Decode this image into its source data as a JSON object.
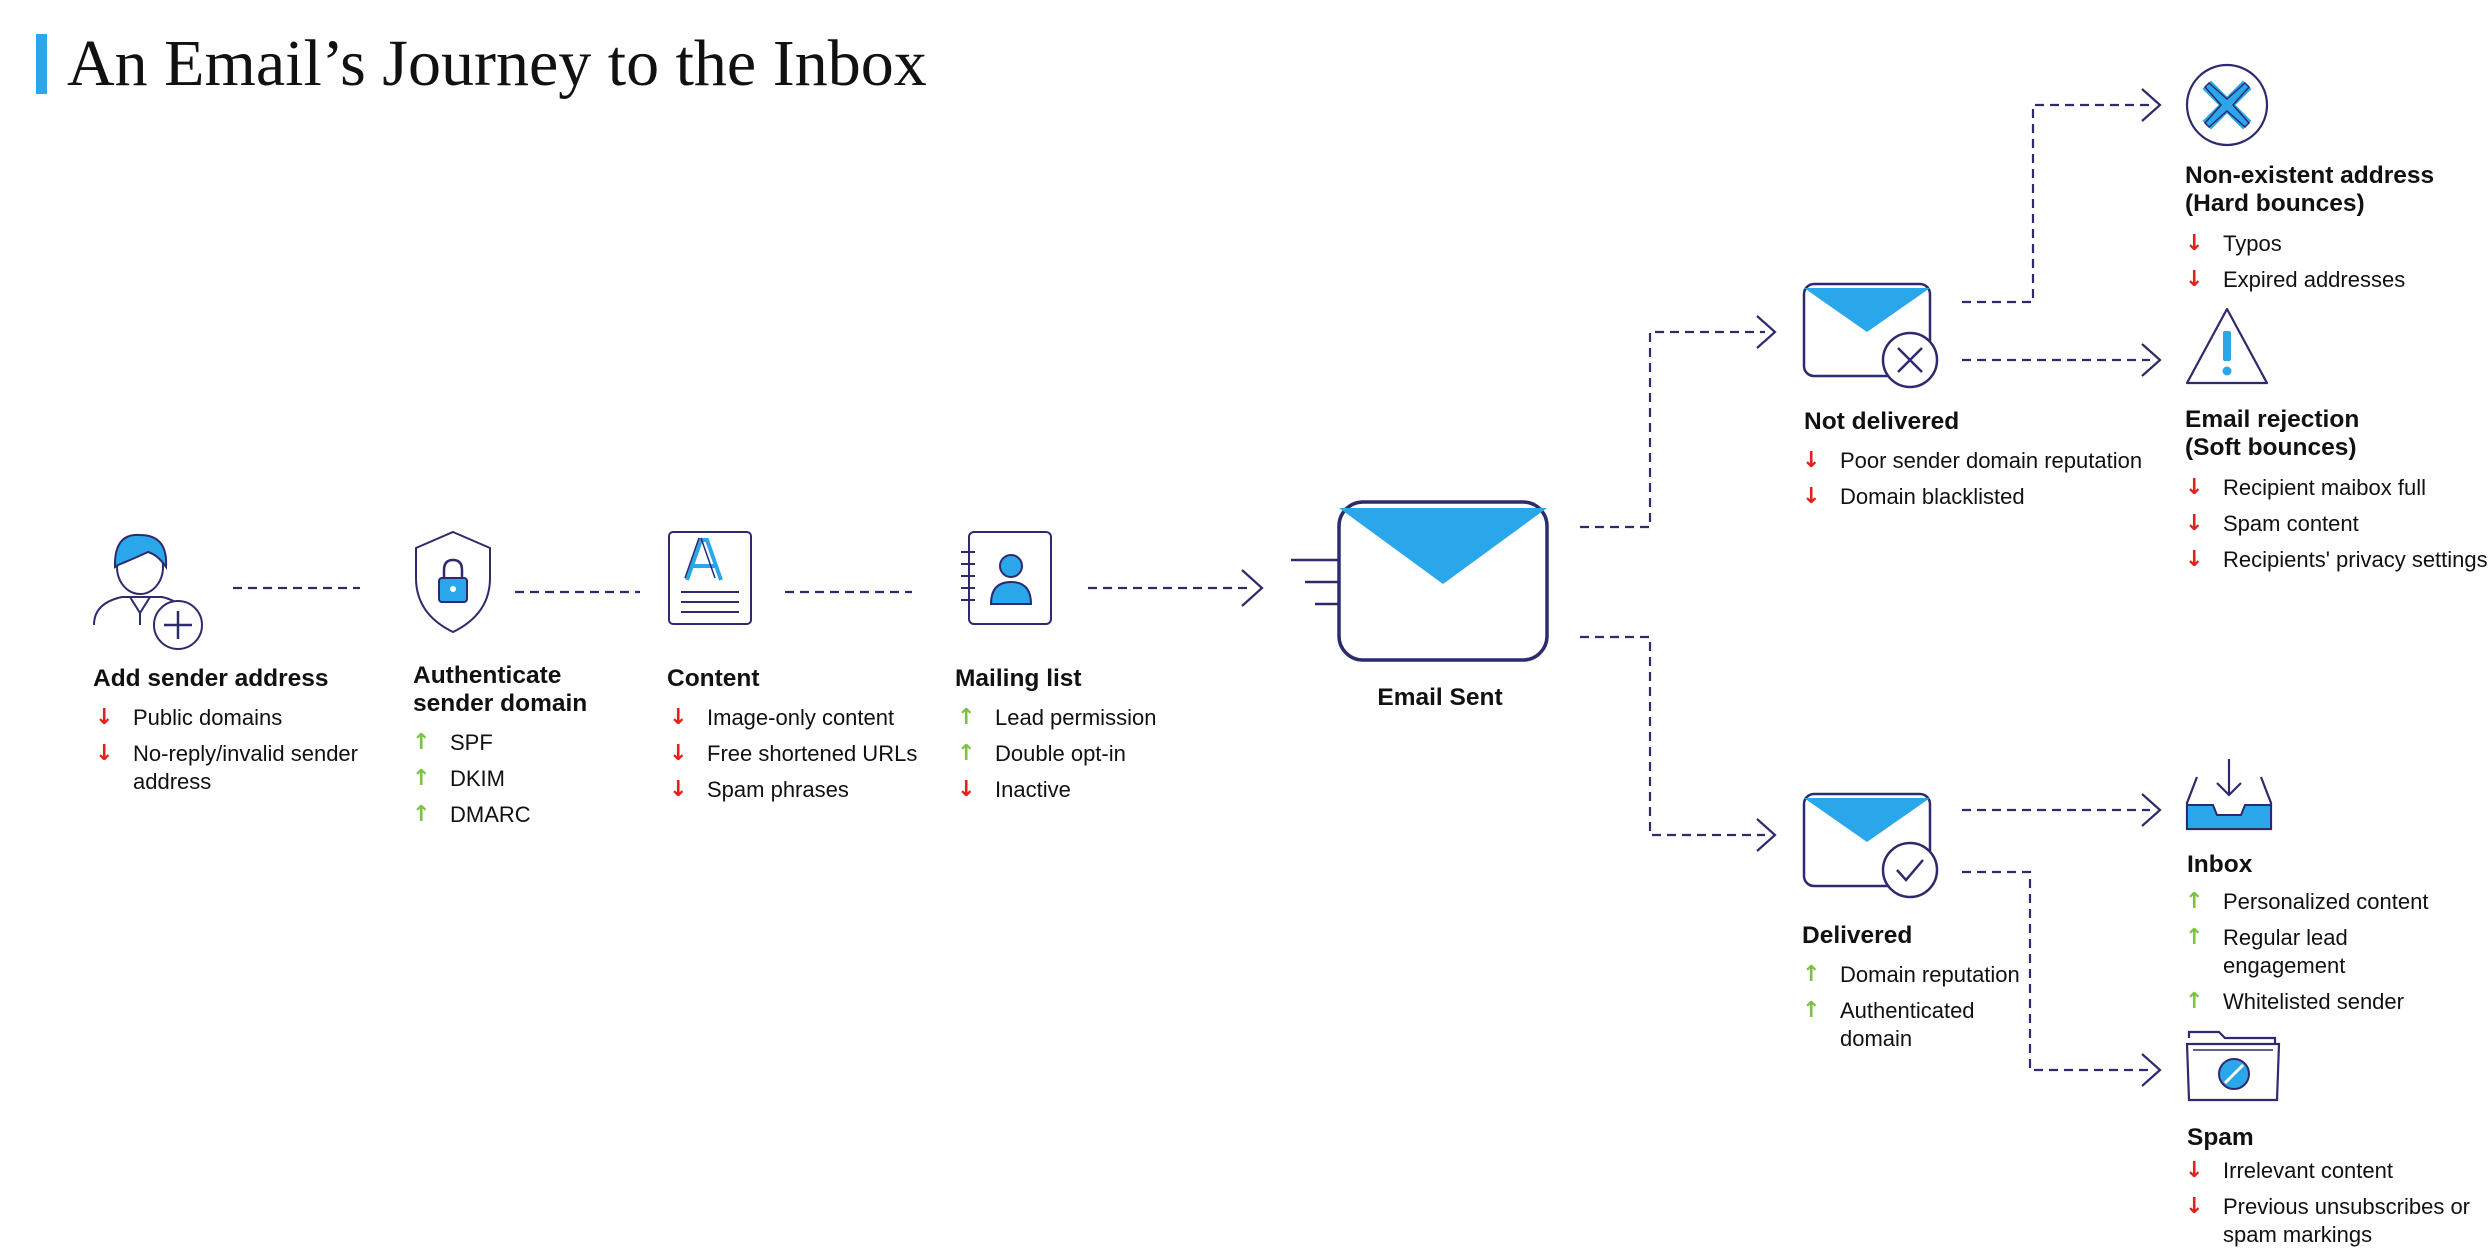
{
  "title": "An Email’s Journey to the Inbox",
  "colors": {
    "accent_blue": "#2aa7ea",
    "line_navy": "#2d2a6e",
    "down_red": "#e2211c",
    "up_green": "#7bc143"
  },
  "stages": [
    {
      "icon": "user-add-icon",
      "label": "Add sender address",
      "items": [
        {
          "dir": "down",
          "text": "Public domains"
        },
        {
          "dir": "down",
          "text": "No-reply/invalid sender address"
        }
      ]
    },
    {
      "icon": "shield-lock-icon",
      "label": "Authenticate sender domain",
      "items": [
        {
          "dir": "up",
          "text": "SPF"
        },
        {
          "dir": "up",
          "text": "DKIM"
        },
        {
          "dir": "up",
          "text": "DMARC"
        }
      ]
    },
    {
      "icon": "document-icon",
      "label": "Content",
      "items": [
        {
          "dir": "down",
          "text": "Image-only content"
        },
        {
          "dir": "down",
          "text": "Free shortened URLs"
        },
        {
          "dir": "down",
          "text": "Spam phrases"
        }
      ]
    },
    {
      "icon": "contact-book-icon",
      "label": "Mailing list",
      "items": [
        {
          "dir": "up",
          "text": "Lead permission"
        },
        {
          "dir": "up",
          "text": "Double opt-in"
        },
        {
          "dir": "down",
          "text": "Inactive"
        }
      ]
    }
  ],
  "sent": {
    "icon": "email-sent-icon",
    "label": "Email Sent"
  },
  "not_delivered": {
    "icon": "envelope-x-icon",
    "label": "Not delivered",
    "items": [
      {
        "dir": "down",
        "text": "Poor sender domain reputation"
      },
      {
        "dir": "down",
        "text": "Domain blacklisted"
      }
    ]
  },
  "delivered": {
    "icon": "envelope-check-icon",
    "label": "Delivered",
    "items": [
      {
        "dir": "up",
        "text": "Domain reputation"
      },
      {
        "dir": "up",
        "text": "Authenticated domain"
      }
    ]
  },
  "outcomes": [
    {
      "icon": "x-circle-icon",
      "label": "Non-existent address\n(Hard bounces)",
      "items": [
        {
          "dir": "down",
          "text": "Typos"
        },
        {
          "dir": "down",
          "text": "Expired addresses"
        }
      ]
    },
    {
      "icon": "warning-icon",
      "label": "Email rejection\n(Soft bounces)",
      "items": [
        {
          "dir": "down",
          "text": "Recipient maibox full"
        },
        {
          "dir": "down",
          "text": "Spam content"
        },
        {
          "dir": "down",
          "text": "Recipients' privacy settings"
        }
      ]
    },
    {
      "icon": "inbox-tray-icon",
      "label": "Inbox",
      "items": [
        {
          "dir": "up",
          "text": "Personalized content"
        },
        {
          "dir": "up",
          "text": "Regular lead engagement"
        },
        {
          "dir": "up",
          "text": "Whitelisted sender"
        }
      ]
    },
    {
      "icon": "spam-folder-icon",
      "label": "Spam",
      "items": [
        {
          "dir": "down",
          "text": "Irrelevant content"
        },
        {
          "dir": "down",
          "text": "Previous unsubscribes or spam markings"
        }
      ]
    }
  ]
}
